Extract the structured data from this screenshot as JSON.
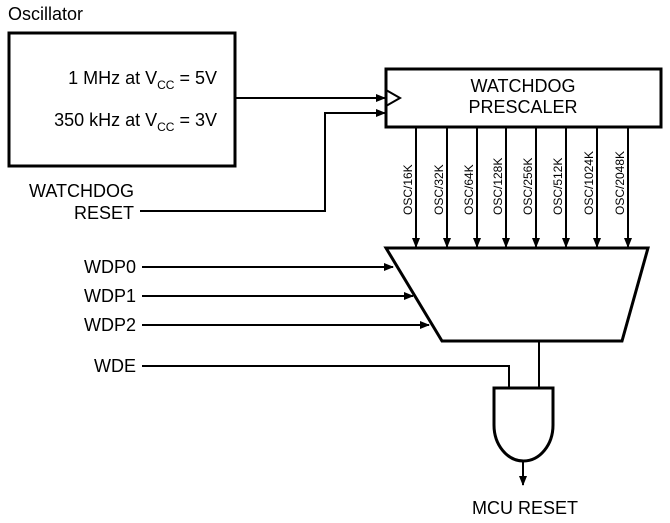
{
  "oscillator": {
    "title": "Oscillator",
    "line1": {
      "prefix": "1 MHz at V",
      "sub": "CC",
      "suffix": " = 5V"
    },
    "line2": {
      "prefix": "350 kHz at V",
      "sub": "CC",
      "suffix": " = 3V"
    }
  },
  "prescaler": {
    "line1": "WATCHDOG",
    "line2": "PRESCALER"
  },
  "watchdog_reset": {
    "line1": "WATCHDOG",
    "line2": "RESET"
  },
  "taps": [
    "OSC/16K",
    "OSC/32K",
    "OSC/64K",
    "OSC/128K",
    "OSC/256K",
    "OSC/512K",
    "OSC/1024K",
    "OSC/2048K"
  ],
  "select_inputs": [
    "WDP0",
    "WDP1",
    "WDP2"
  ],
  "enable_input": "WDE",
  "output": "MCU RESET"
}
